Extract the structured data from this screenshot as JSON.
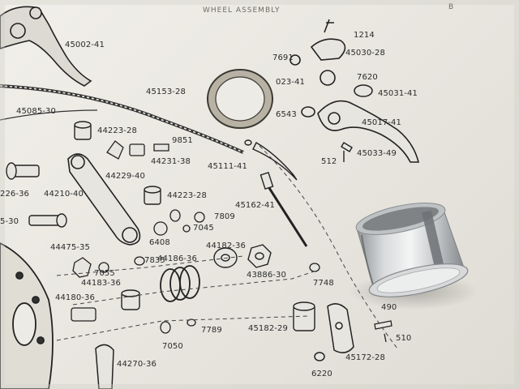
{
  "photo": {
    "subject": "exploded parts diagram page with a loose aluminium bushing",
    "colors": {
      "paper": "#ecebe5",
      "ink": "#2b2b2b",
      "metal": "#c9ccce",
      "shadow": "#9b9a95"
    }
  },
  "header_text": "WHEEL ASSEMBLY",
  "header_right": "B",
  "labels": {
    "l45002_41": "45002-41",
    "l1214": "1214",
    "l7691": "7691",
    "l45030_28": "45030-28",
    "l7620": "7620",
    "l023_41": "023-41",
    "l45031_41": "45031-41",
    "l45153_28": "45153-28",
    "l6543": "6543",
    "l45017_41": "45017-41",
    "l45085_30": "45085-30",
    "l44223_28a": "44223-28",
    "l9851": "9851",
    "l44231_38": "44231-38",
    "l45111_41": "45111-41",
    "l45033_49": "45033-49",
    "l512": "512",
    "l44229_40": "44229-40",
    "l226_36": "226-36",
    "l44210_40": "44210-40",
    "l44223_28b": "44223-28",
    "l45162_41": "45162-41",
    "l5_30": "5-30",
    "l7809": "7809",
    "l7045": "7045",
    "l6408": "6408",
    "l44182_36": "44182-36",
    "l44475_35": "44475-35",
    "l44186_36": "44186-36",
    "l7835": "7835",
    "l7055": "7055",
    "l44183_36": "44183-36",
    "l43886_30": "43886-30",
    "l7748": "7748",
    "l44180_36": "44180-36",
    "l490": "490",
    "l7789": "7789",
    "l45182_29": "45182-29",
    "l510": "510",
    "l7050": "7050",
    "l44270_36": "44270-36",
    "l6220": "6220",
    "l45172_28": "45172-28"
  }
}
